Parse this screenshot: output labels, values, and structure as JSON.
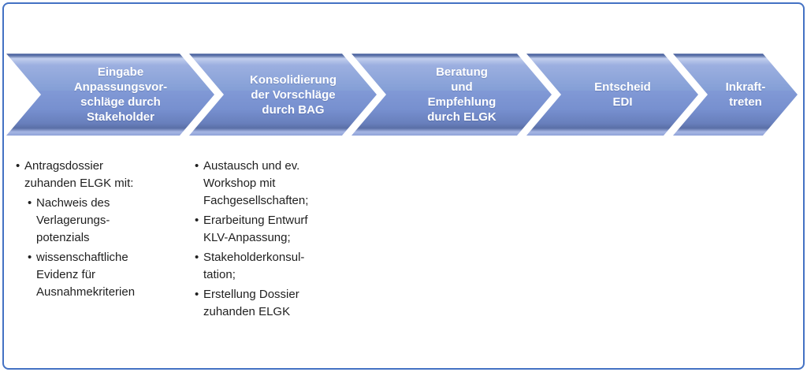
{
  "frame": {
    "border_color": "#4472c4",
    "background": "#ffffff"
  },
  "bullet_char": "•",
  "process": {
    "arrow_fill": "#8199d6",
    "arrow_text_color": "#ffffff",
    "arrows": [
      {
        "label": "Eingabe\nAnpassungsvor-\nschläge durch\nStakeholder"
      },
      {
        "label": "Konsolidierung\nder Vorschläge\ndurch BAG"
      },
      {
        "label": "Beratung\nund\nEmpfehlung\ndurch ELGK"
      },
      {
        "label": "Entscheid\nEDI"
      },
      {
        "label": "Inkraft-\ntreten"
      }
    ]
  },
  "notes": {
    "stakeholder_list": {
      "items": [
        {
          "text": "Antragsdossier\nzuhanden ELGK mit:"
        },
        {
          "text": "Nachweis des\nVerlagerungs-\npotenzials"
        },
        {
          "text": "wissenschaftliche\nEvidenz für\nAusnahmekriterien"
        }
      ]
    },
    "bag_list": {
      "items": [
        {
          "text": "Austausch und ev.\nWorkshop mit\nFachgesellschaften;"
        },
        {
          "text": "Erarbeitung Entwurf\nKLV-Anpassung;"
        },
        {
          "text": "Stakeholderkonsul-\ntation;"
        },
        {
          "text": "Erstellung Dossier\nzuhanden ELGK"
        }
      ]
    }
  }
}
